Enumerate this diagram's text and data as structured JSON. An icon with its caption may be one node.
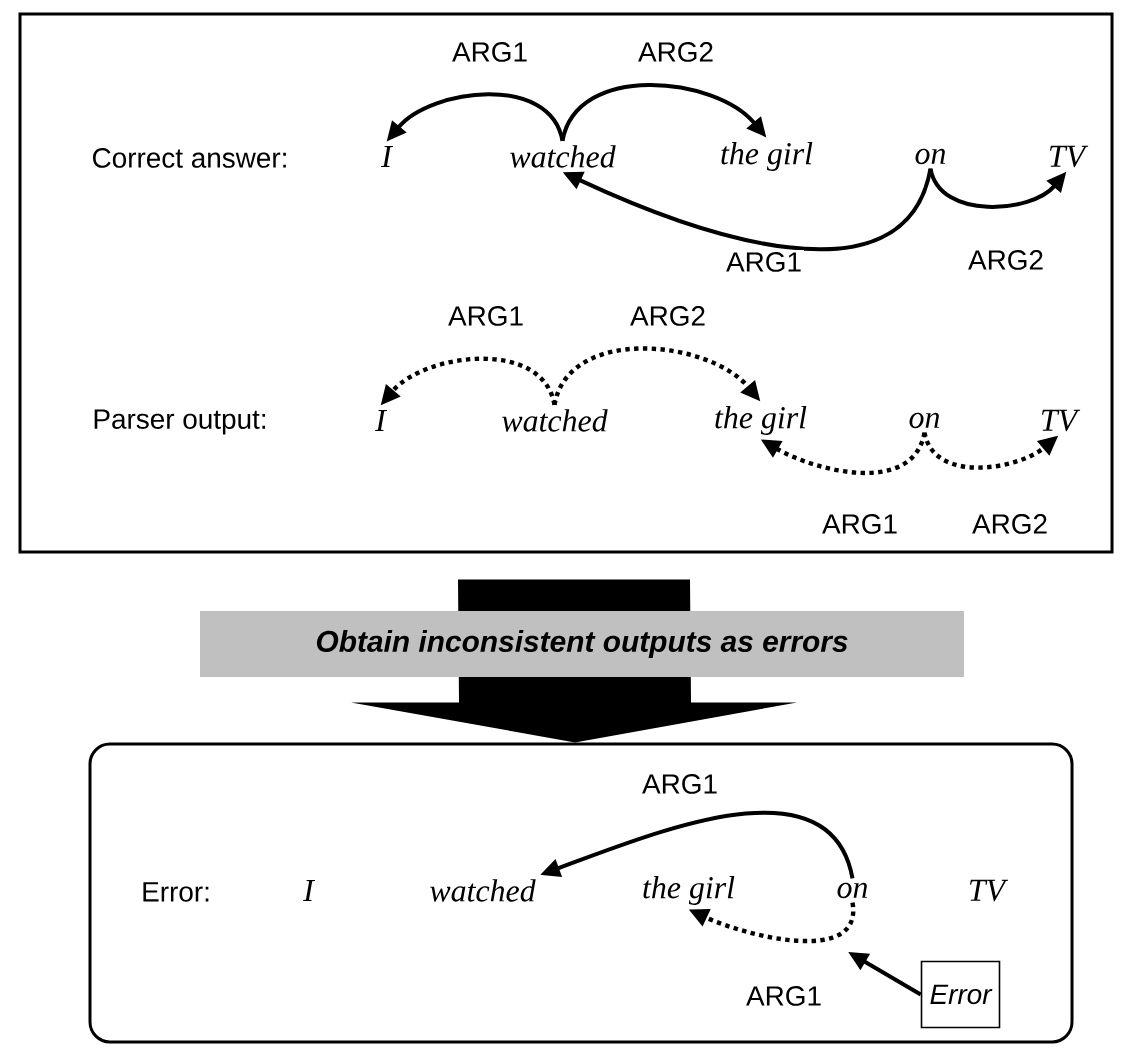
{
  "diagram": {
    "nodes": [
      {
        "text": [],
        "shape": "box"
      },
      {
        "text": [
          "I"
        ],
        "in": 0
      },
      {
        "text": [
          "watched"
        ],
        "in": 0
      },
      {
        "text": [
          "the girl"
        ],
        "in": 0
      },
      {
        "text": [
          "on"
        ],
        "in": 0
      },
      {
        "text": [
          "TV"
        ],
        "in": 0
      },
      {
        "text": [
          "I"
        ],
        "in": 0
      },
      {
        "text": [
          "watched"
        ],
        "in": 0
      },
      {
        "text": [
          "the girl"
        ],
        "in": 0
      },
      {
        "text": [
          "on"
        ],
        "in": 0
      },
      {
        "text": [
          "TV"
        ],
        "in": 0
      },
      {
        "text": [
          "Obtain inconsistent outputs as errors"
        ]
      },
      {
        "text": [],
        "shape": "box"
      },
      {
        "text": [
          "I"
        ],
        "in": 12
      },
      {
        "text": [
          "watched"
        ],
        "in": 12
      },
      {
        "text": [
          "the girl"
        ],
        "in": 12
      },
      {
        "text": [
          "on"
        ],
        "in": 12
      },
      {
        "text": [
          "TV"
        ],
        "in": 12
      },
      {
        "text": [
          "Error"
        ],
        "in": 12
      }
    ],
    "edges": [
      {
        "from": 2,
        "to": 1,
        "arrow": "to",
        "label": "ARG1"
      },
      {
        "from": 2,
        "to": 3,
        "arrow": "to",
        "label": "ARG2"
      },
      {
        "from": 4,
        "to": 2,
        "arrow": "to",
        "label": "ARG1"
      },
      {
        "from": 4,
        "to": 5,
        "arrow": "to",
        "label": "ARG2"
      },
      {
        "from": 7,
        "to": 6,
        "arrow": "to",
        "label": "ARG1",
        "style": "dashed"
      },
      {
        "from": 7,
        "to": 8,
        "arrow": "to",
        "label": "ARG2",
        "style": "dashed"
      },
      {
        "from": 9,
        "to": 8,
        "arrow": "to",
        "label": "ARG1",
        "style": "dashed"
      },
      {
        "from": 9,
        "to": 10,
        "arrow": "to",
        "label": "ARG2",
        "style": "dashed"
      },
      {
        "from": 16,
        "to": 14,
        "arrow": "to",
        "label": "ARG1"
      },
      {
        "from": 16,
        "to": 15,
        "arrow": "to",
        "label": "ARG1",
        "style": "dashed"
      },
      {
        "from": 18,
        "to": null,
        "arrow": "to"
      },
      {
        "from": 0,
        "to": 12,
        "arrow": "to",
        "style": "thick"
      }
    ],
    "labels": [
      "Correct answer:",
      "Parser output:",
      "Error:"
    ]
  }
}
